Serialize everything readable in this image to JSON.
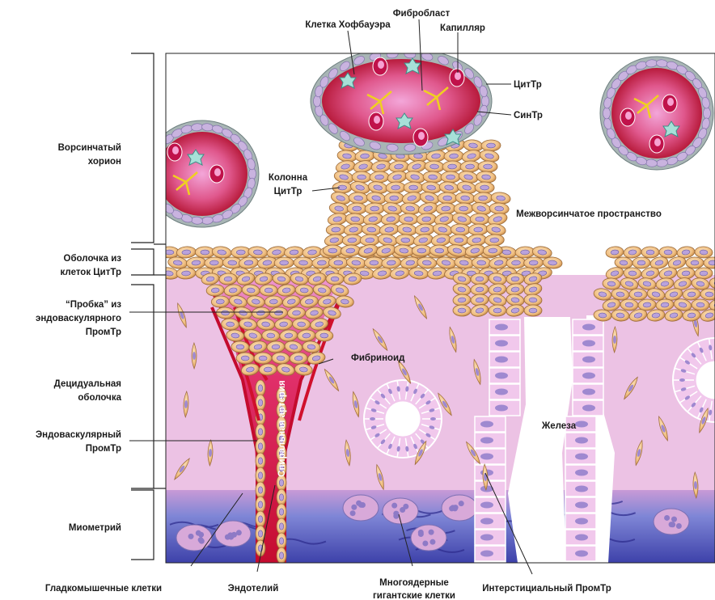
{
  "labels": {
    "hofbauer_cell": "Клетка Хофбауэра",
    "fibroblast": "Фибробласт",
    "capillary": "Капилляр",
    "cyttr": "ЦитТр",
    "syntr": "СинТр",
    "column_l1": "Колонна",
    "column_l2": "ЦитТр",
    "intervillous": "Межворсинчатое пространство",
    "fibrinoid": "Фибриноид",
    "spiral_artery": "Спиральная артерия",
    "gland": "Железа"
  },
  "regions": {
    "villous_chorion_l1": "Ворсинчатый",
    "villous_chorion_l2": "хорион",
    "shell_l1": "Оболочка из",
    "shell_l2": "клеток ЦитТр",
    "plug_l1": "“Пробка” из",
    "plug_l2": "эндоваскулярного",
    "plug_l3": "ПромТр",
    "decidua_l1": "Децидуальная",
    "decidua_l2": "оболочка",
    "endovascular_l1": "Эндоваскулярный",
    "endovascular_l2": "ПромТр",
    "myometrium": "Миометрий"
  },
  "bottom_labels": {
    "smooth_muscle": "Гладкомышечные клетки",
    "endothelium": "Эндотелий",
    "giant_l1": "Многоядерные",
    "giant_l2": "гигантские клетки",
    "interstitial": "Интерстициальный ПромТр"
  }
}
